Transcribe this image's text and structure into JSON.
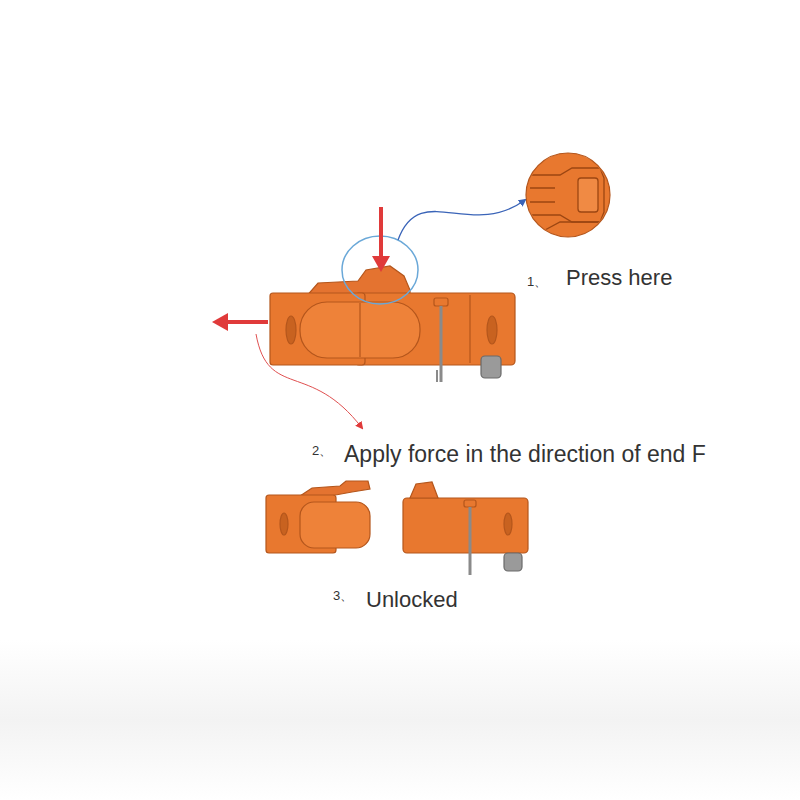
{
  "diagram": {
    "labels": [
      "1、",
      "Press here",
      "2、",
      "Apply force in the direction of end F",
      "3、",
      "Unlocked"
    ]
  }
}
